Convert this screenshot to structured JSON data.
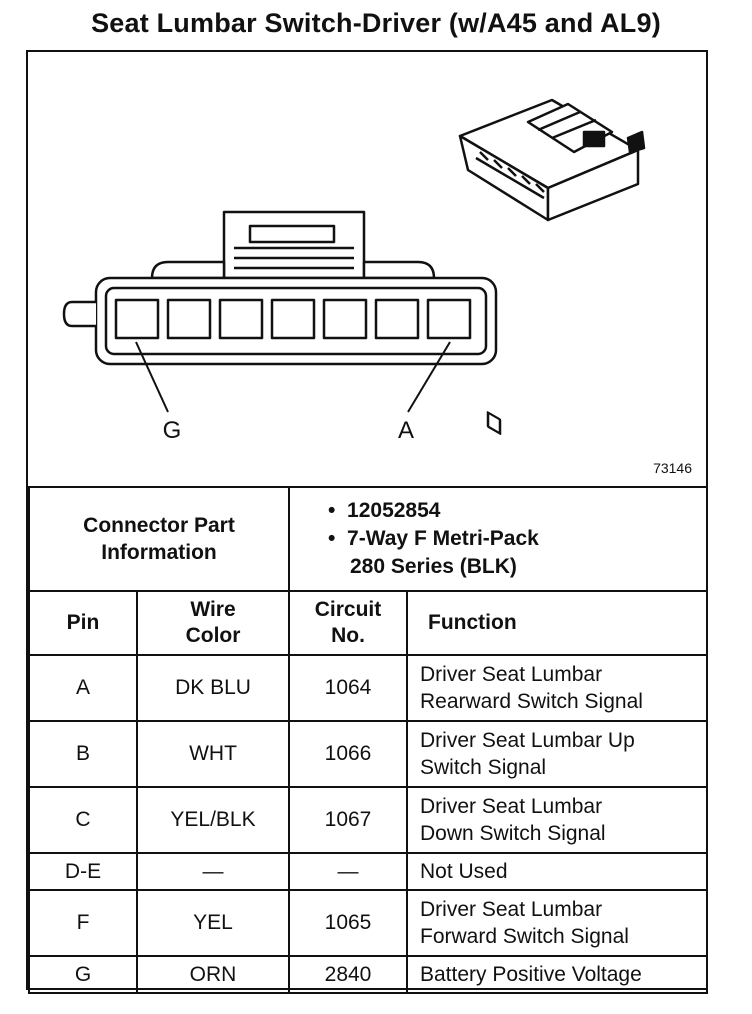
{
  "title": "Seat Lumbar Switch-Driver (w/A45 and AL9)",
  "diagram": {
    "label_left": "G",
    "label_right": "A",
    "figure_number": "73146"
  },
  "connector": {
    "label": "Connector Part Information",
    "part_number": "12052854",
    "description_line1": "7-Way F Metri-Pack",
    "description_line2": "280 Series (BLK)"
  },
  "table": {
    "headers": {
      "pin": "Pin",
      "wire_color": "Wire Color",
      "circuit": "Circuit No.",
      "function": "Function"
    },
    "rows": [
      {
        "pin": "A",
        "wire": "DK BLU",
        "circuit": "1064",
        "function1": "Driver Seat Lumbar",
        "function2": "Rearward Switch Signal"
      },
      {
        "pin": "B",
        "wire": "WHT",
        "circuit": "1066",
        "function1": "Driver Seat Lumbar Up",
        "function2": "Switch Signal"
      },
      {
        "pin": "C",
        "wire": "YEL/BLK",
        "circuit": "1067",
        "function1": "Driver Seat Lumbar",
        "function2": "Down Switch Signal"
      },
      {
        "pin": "D-E",
        "wire": "—",
        "circuit": "—",
        "function1": "Not Used",
        "function2": ""
      },
      {
        "pin": "F",
        "wire": "YEL",
        "circuit": "1065",
        "function1": "Driver Seat Lumbar",
        "function2": "Forward Switch Signal"
      },
      {
        "pin": "G",
        "wire": "ORN",
        "circuit": "2840",
        "function1": "Battery Positive Voltage",
        "function2": ""
      }
    ]
  }
}
